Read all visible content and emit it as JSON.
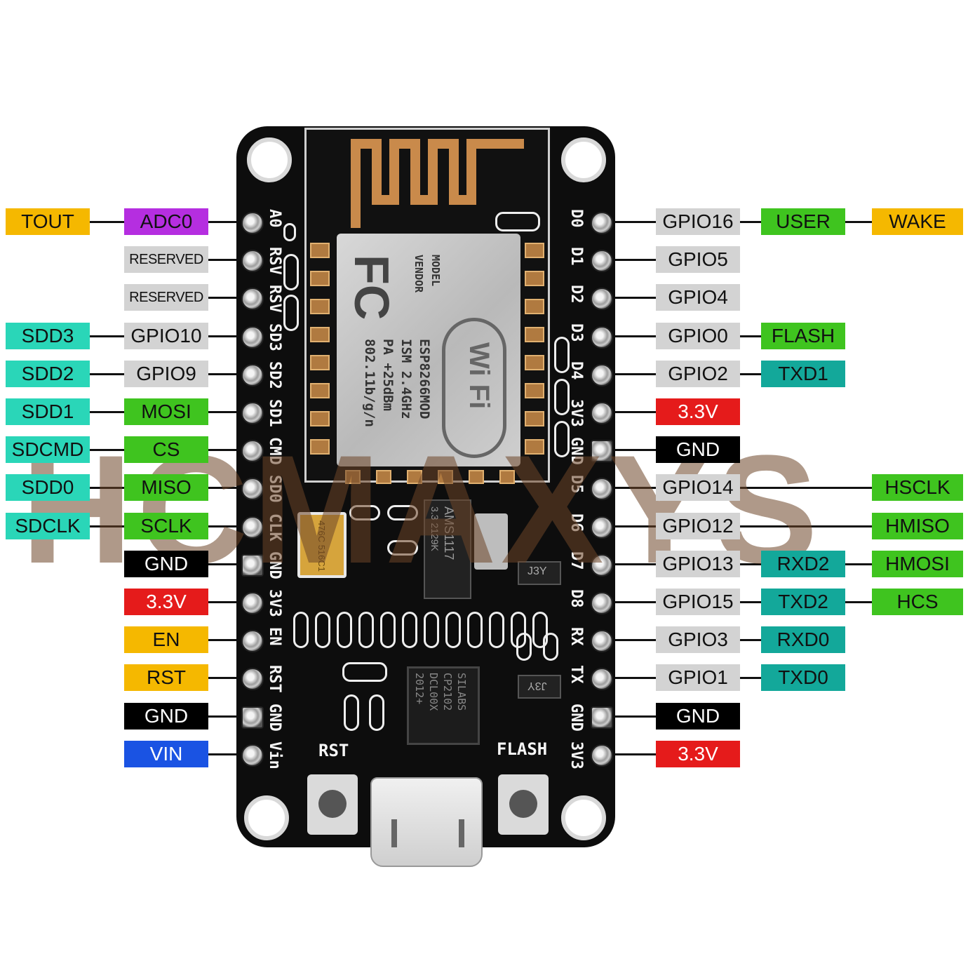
{
  "colors": {
    "yellow": "#f5b800",
    "purple": "#b52ee0",
    "grey": "#d3d3d3",
    "teal": "#2ad6b8",
    "green": "#3fc41f",
    "darkteal": "#13a89a",
    "black": "#000000",
    "red": "#e51b1b",
    "blue": "#1a53e3"
  },
  "left_pins": [
    {
      "silk": "A0",
      "labels": [
        {
          "text": "TOUT",
          "color": "yellow"
        },
        {
          "text": "ADC0",
          "color": "purple"
        }
      ]
    },
    {
      "silk": "RSV",
      "labels": [
        {
          "text": "RESERVED",
          "color": "grey"
        }
      ]
    },
    {
      "silk": "RSV",
      "labels": [
        {
          "text": "RESERVED",
          "color": "grey"
        }
      ]
    },
    {
      "silk": "SD3",
      "labels": [
        {
          "text": "SDD3",
          "color": "teal"
        },
        {
          "text": "GPIO10",
          "color": "grey"
        }
      ]
    },
    {
      "silk": "SD2",
      "labels": [
        {
          "text": "SDD2",
          "color": "teal"
        },
        {
          "text": "GPIO9",
          "color": "grey"
        }
      ]
    },
    {
      "silk": "SD1",
      "labels": [
        {
          "text": "SDD1",
          "color": "teal"
        },
        {
          "text": "MOSI",
          "color": "green"
        }
      ]
    },
    {
      "silk": "CMD",
      "labels": [
        {
          "text": "SDCMD",
          "color": "teal"
        },
        {
          "text": "CS",
          "color": "green"
        }
      ]
    },
    {
      "silk": "SD0",
      "labels": [
        {
          "text": "SDD0",
          "color": "teal"
        },
        {
          "text": "MISO",
          "color": "green"
        }
      ]
    },
    {
      "silk": "CLK",
      "labels": [
        {
          "text": "SDCLK",
          "color": "teal"
        },
        {
          "text": "SCLK",
          "color": "green"
        }
      ]
    },
    {
      "silk": "GND",
      "labels": [
        {
          "text": "GND",
          "color": "black"
        }
      ]
    },
    {
      "silk": "3V3",
      "labels": [
        {
          "text": "3.3V",
          "color": "red"
        }
      ]
    },
    {
      "silk": "EN",
      "labels": [
        {
          "text": "EN",
          "color": "yellow"
        }
      ]
    },
    {
      "silk": "RST",
      "labels": [
        {
          "text": "RST",
          "color": "yellow"
        }
      ]
    },
    {
      "silk": "GND",
      "labels": [
        {
          "text": "GND",
          "color": "black"
        }
      ]
    },
    {
      "silk": "Vin",
      "labels": [
        {
          "text": "VIN",
          "color": "blue"
        }
      ]
    }
  ],
  "right_pins": [
    {
      "silk": "D0",
      "labels": [
        {
          "text": "GPIO16",
          "color": "grey"
        },
        {
          "text": "USER",
          "color": "green"
        },
        {
          "text": "WAKE",
          "color": "yellow"
        }
      ]
    },
    {
      "silk": "D1",
      "labels": [
        {
          "text": "GPIO5",
          "color": "grey"
        }
      ]
    },
    {
      "silk": "D2",
      "labels": [
        {
          "text": "GPIO4",
          "color": "grey"
        }
      ]
    },
    {
      "silk": "D3",
      "labels": [
        {
          "text": "GPIO0",
          "color": "grey"
        },
        {
          "text": "FLASH",
          "color": "green"
        }
      ]
    },
    {
      "silk": "D4",
      "labels": [
        {
          "text": "GPIO2",
          "color": "grey"
        },
        {
          "text": "TXD1",
          "color": "darkteal"
        }
      ]
    },
    {
      "silk": "3V3",
      "labels": [
        {
          "text": "3.3V",
          "color": "red"
        }
      ]
    },
    {
      "silk": "GND",
      "labels": [
        {
          "text": "GND",
          "color": "black"
        }
      ]
    },
    {
      "silk": "D5",
      "labels": [
        {
          "text": "GPIO14",
          "color": "grey"
        },
        {
          "text": "",
          "color": ""
        },
        {
          "text": "HSCLK",
          "color": "green"
        }
      ]
    },
    {
      "silk": "D6",
      "labels": [
        {
          "text": "GPIO12",
          "color": "grey"
        },
        {
          "text": "",
          "color": ""
        },
        {
          "text": "HMISO",
          "color": "green"
        }
      ]
    },
    {
      "silk": "D7",
      "labels": [
        {
          "text": "GPIO13",
          "color": "grey"
        },
        {
          "text": "RXD2",
          "color": "darkteal"
        },
        {
          "text": "HMOSI",
          "color": "green"
        }
      ]
    },
    {
      "silk": "D8",
      "labels": [
        {
          "text": "GPIO15",
          "color": "grey"
        },
        {
          "text": "TXD2",
          "color": "darkteal"
        },
        {
          "text": "HCS",
          "color": "green"
        }
      ]
    },
    {
      "silk": "RX",
      "labels": [
        {
          "text": "GPIO3",
          "color": "grey"
        },
        {
          "text": "RXD0",
          "color": "darkteal"
        }
      ]
    },
    {
      "silk": "TX",
      "labels": [
        {
          "text": "GPIO1",
          "color": "grey"
        },
        {
          "text": "TXD0",
          "color": "darkteal"
        }
      ]
    },
    {
      "silk": "GND",
      "labels": [
        {
          "text": "GND",
          "color": "black"
        }
      ]
    },
    {
      "silk": "3V3",
      "labels": [
        {
          "text": "3.3V",
          "color": "red"
        }
      ]
    }
  ],
  "board": {
    "module_lines": [
      "MODEL",
      "VENDOR",
      "ESP8266MOD",
      "ISM 2.4GHz",
      "PA  +25dBm",
      "802.11b/g/n"
    ],
    "fcc_logo": "FC",
    "wifi_logo": "Wi Fi",
    "regulator_text": "AMS1117",
    "regulator_sub": "3.3  2129K",
    "cap_text": "476C 516C1",
    "usb_chip_lines": [
      "SILABS",
      "CP2102",
      "DCL00X",
      "2012+"
    ],
    "transistor_top": "J3Y",
    "transistor_bottom": "J3Y",
    "rst_button_label": "RST",
    "flash_button_label": "FLASH"
  },
  "watermark": "HCMAXYS"
}
